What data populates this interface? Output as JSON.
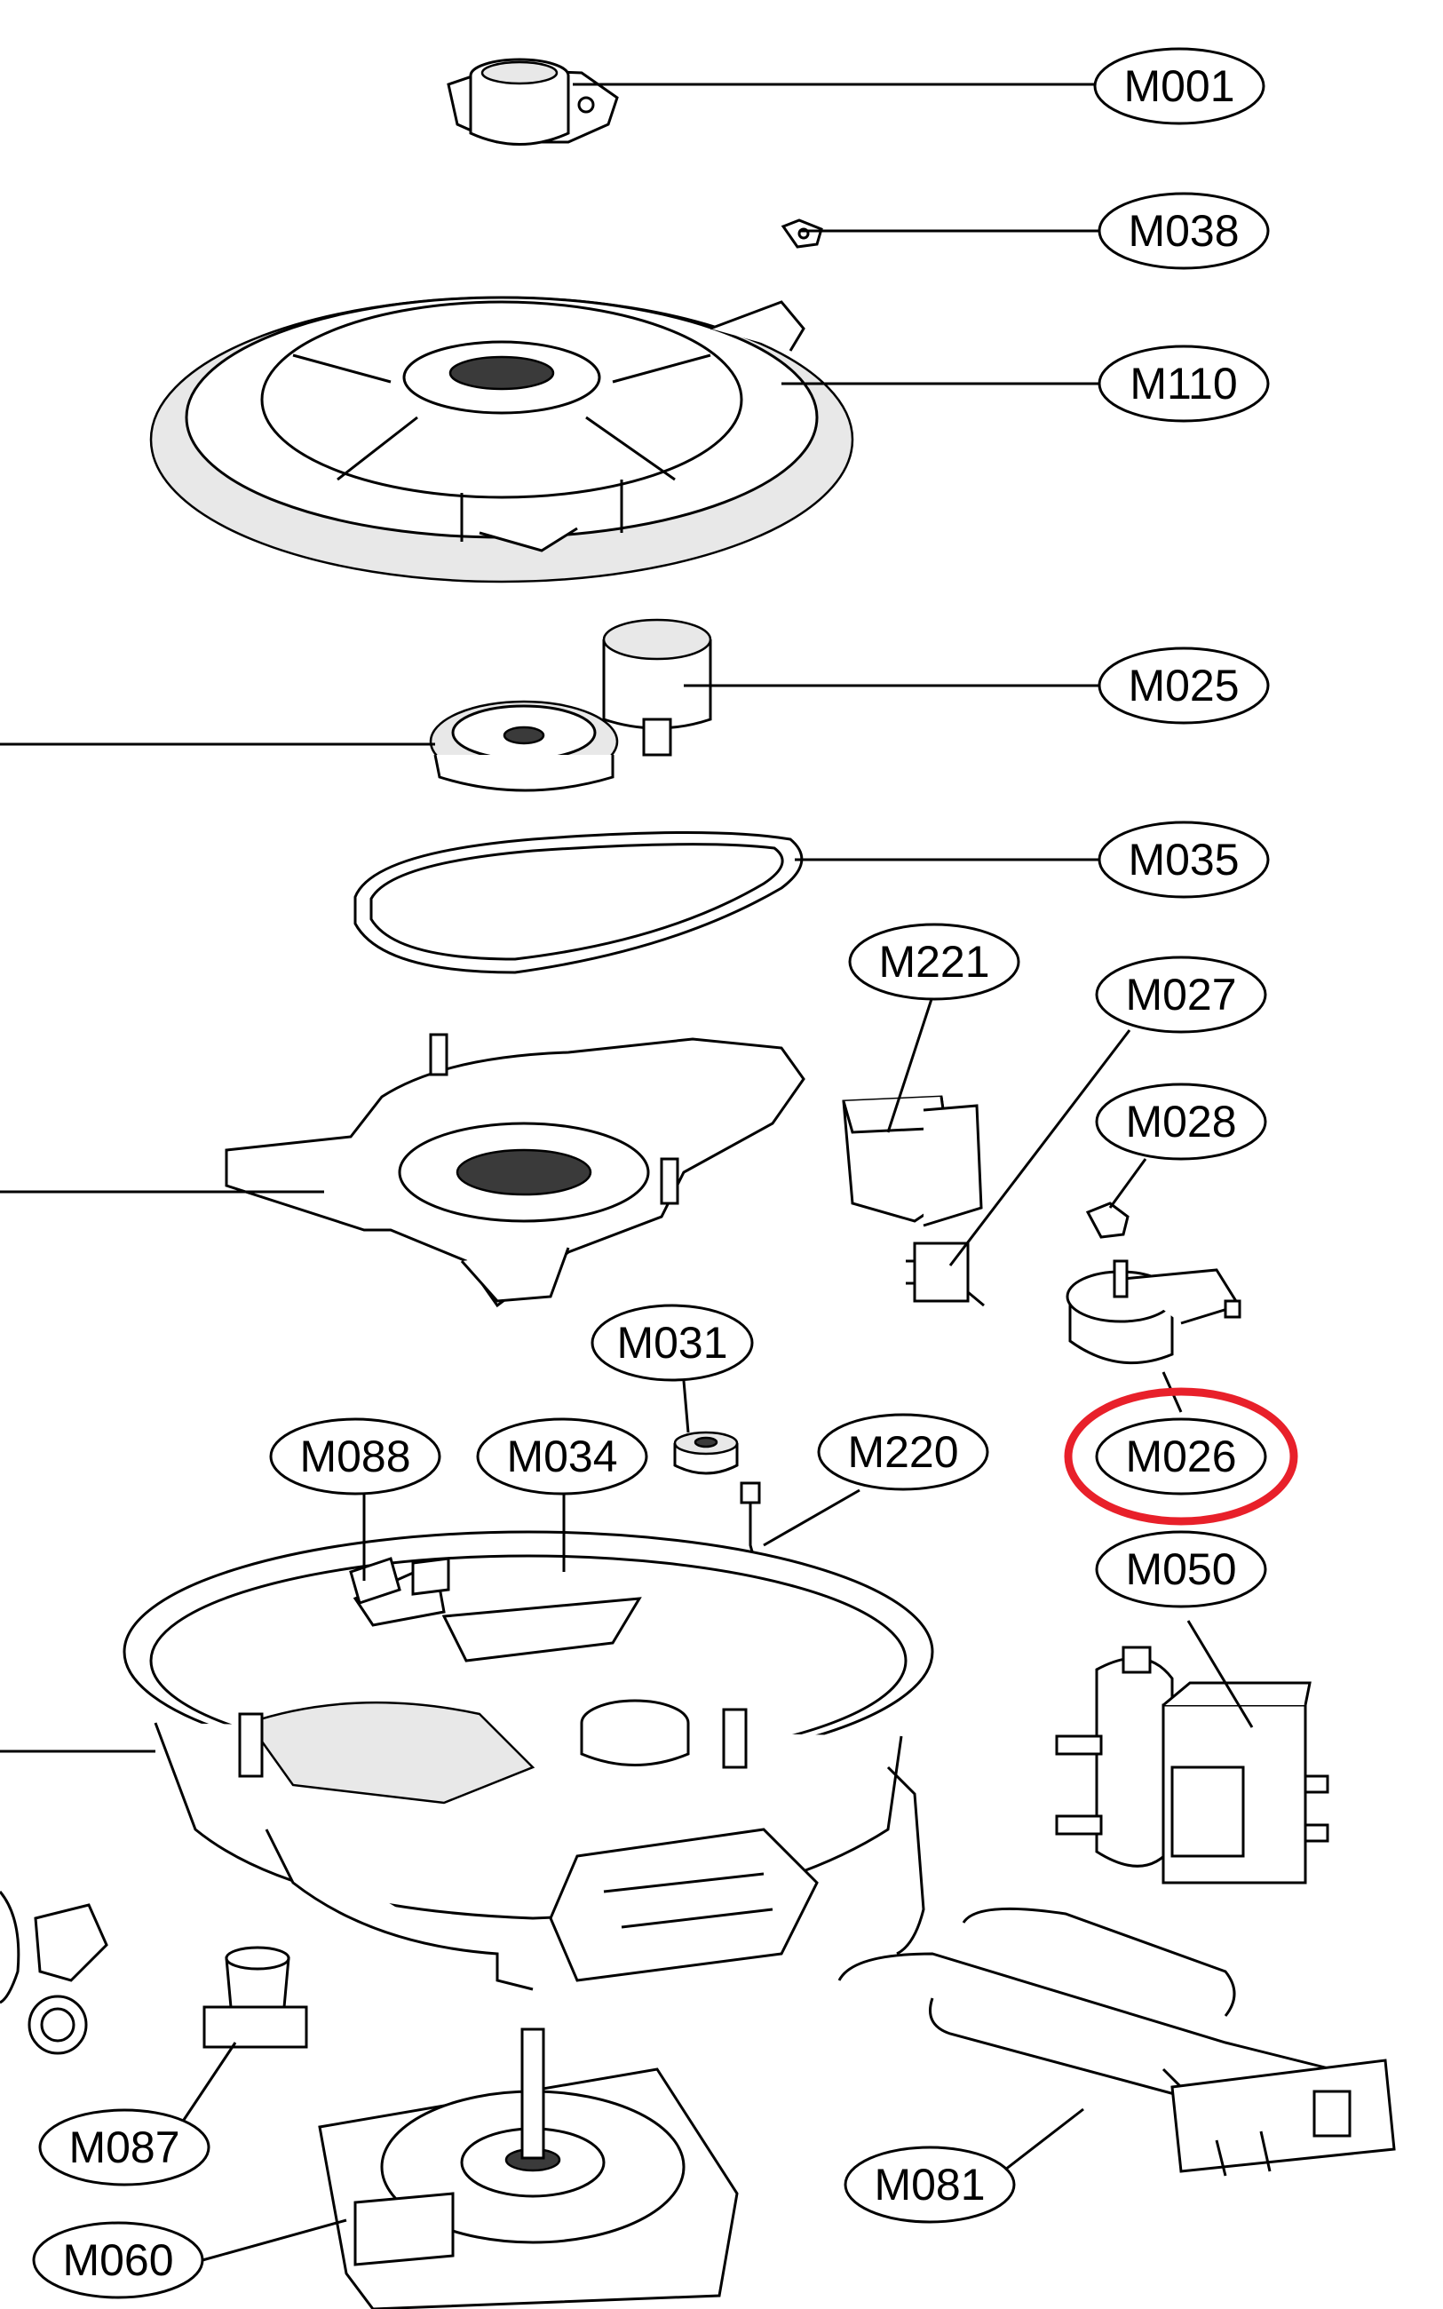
{
  "callouts": [
    {
      "id": "M001",
      "label": "M001"
    },
    {
      "id": "M038",
      "label": "M038"
    },
    {
      "id": "M110",
      "label": "M110"
    },
    {
      "id": "M025",
      "label": "M025"
    },
    {
      "id": "M035",
      "label": "M035"
    },
    {
      "id": "M221",
      "label": "M221"
    },
    {
      "id": "M027",
      "label": "M027"
    },
    {
      "id": "M028",
      "label": "M028"
    },
    {
      "id": "M031",
      "label": "M031"
    },
    {
      "id": "M088",
      "label": "M088"
    },
    {
      "id": "M034",
      "label": "M034"
    },
    {
      "id": "M220",
      "label": "M220"
    },
    {
      "id": "M026",
      "label": "M026"
    },
    {
      "id": "M050",
      "label": "M050"
    },
    {
      "id": "M087",
      "label": "M087"
    },
    {
      "id": "M081",
      "label": "M081"
    },
    {
      "id": "M060",
      "label": "M060"
    }
  ],
  "highlight": {
    "target": "M026",
    "color": "#e8202a"
  },
  "colors": {
    "line": "#000000",
    "background": "#ffffff"
  }
}
